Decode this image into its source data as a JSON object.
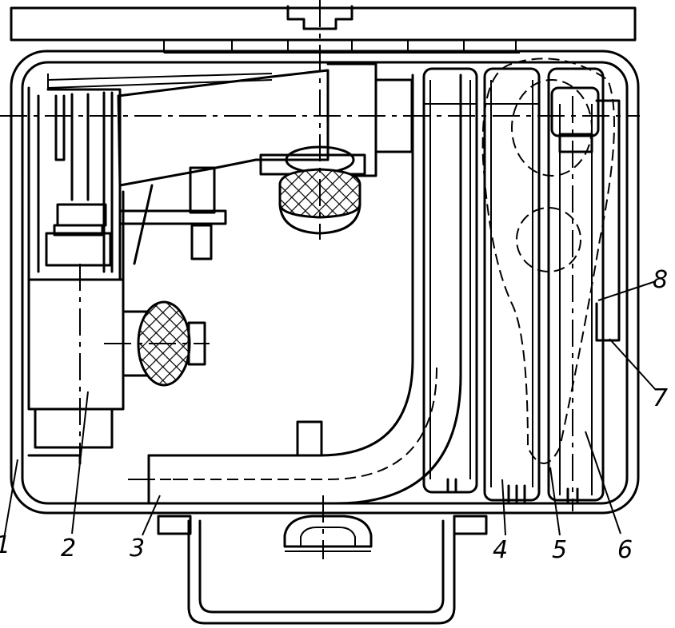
{
  "figure": {
    "callouts": [
      "1",
      "2",
      "3",
      "4",
      "5",
      "6",
      "7",
      "8"
    ]
  }
}
